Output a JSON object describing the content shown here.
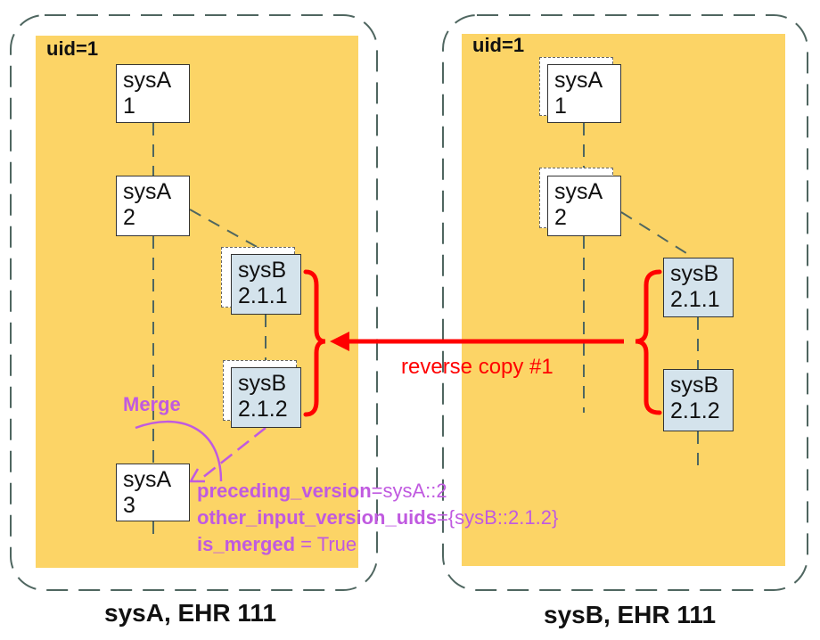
{
  "left": {
    "uid_label": "uid=1",
    "caption": "sysA, EHR 111",
    "versions": [
      {
        "sys": "sysA",
        "ver": "1"
      },
      {
        "sys": "sysA",
        "ver": "2"
      },
      {
        "sys": "sysB",
        "ver": "2.1.1"
      },
      {
        "sys": "sysB",
        "ver": "2.1.2"
      },
      {
        "sys": "sysA",
        "ver": "3"
      }
    ]
  },
  "right": {
    "uid_label": "uid=1",
    "caption": "sysB, EHR 111",
    "versions": [
      {
        "sys": "sysA",
        "ver": "1"
      },
      {
        "sys": "sysA",
        "ver": "2"
      },
      {
        "sys": "sysB",
        "ver": "2.1.1"
      },
      {
        "sys": "sysB",
        "ver": "2.1.2"
      }
    ]
  },
  "arrow_label": "reverse copy #1",
  "merge": {
    "label": "Merge",
    "lines": [
      {
        "key": "preceding_version",
        "value": "=sysA::2"
      },
      {
        "key": "other_input_version_uids",
        "value": "={sysB::2.1.2}"
      },
      {
        "key": "is_merged",
        "value": " = True"
      }
    ]
  },
  "colors": {
    "panel": "#fcd466",
    "sysB_box": "#d4e3ec",
    "arrow": "#ff0000",
    "merge": "#c05ae0"
  }
}
